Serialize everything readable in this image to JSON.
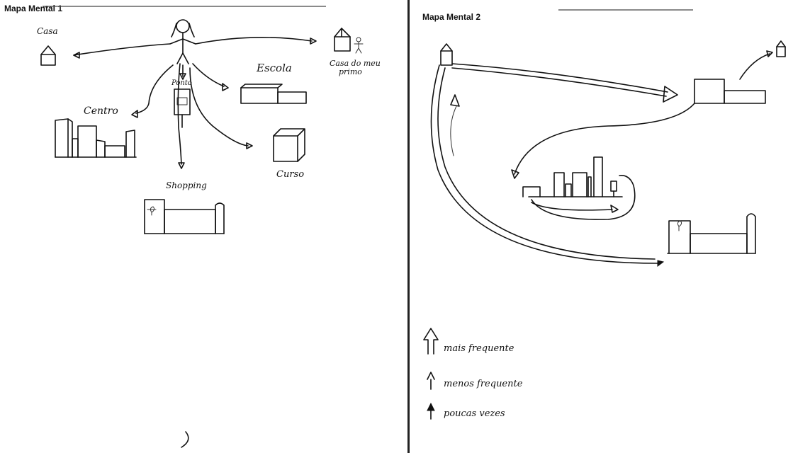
{
  "map1": {
    "title": "Mapa Mental 1",
    "labels": {
      "casa": "Casa",
      "escola": "Escola",
      "centro": "Centro",
      "ponto": "Ponto",
      "curso": "Curso",
      "shopping": "Shopping",
      "casa_primo_line1": "Casa do meu",
      "casa_primo_line2": "primo"
    }
  },
  "map2": {
    "title": "Mapa Mental 2",
    "legend": [
      {
        "label": "mais frequente",
        "icon": "wide-arrow-icon"
      },
      {
        "label": "menos frequente",
        "icon": "thin-arrow-icon"
      },
      {
        "label": "poucas vezes",
        "icon": "filled-arrow-icon"
      }
    ]
  },
  "colors": {
    "ink": "#111111",
    "background": "#ffffff",
    "divider": "#222222"
  }
}
